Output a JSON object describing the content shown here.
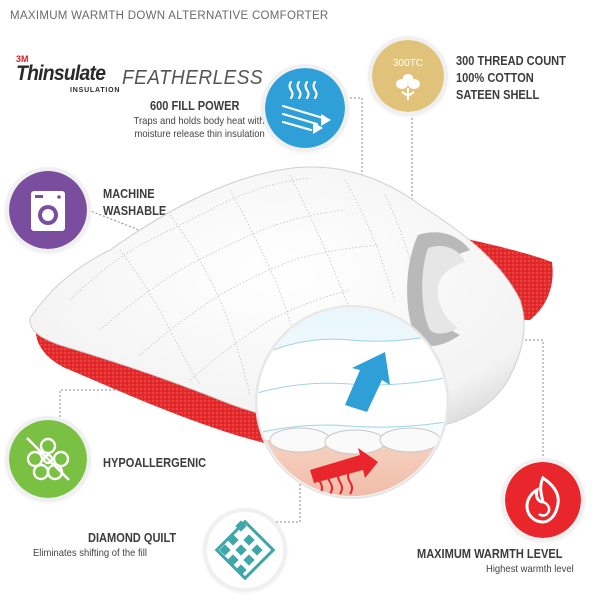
{
  "title": "MAXIMUM WARMTH DOWN ALTERNATIVE COMFORTER",
  "brand": {
    "mark": "3M",
    "name": "Thinsulate",
    "sub": "INSULATION",
    "tagline": "FEATHERLESS"
  },
  "features": {
    "fill_power": {
      "label": "600 FILL POWER",
      "desc_line1": "Traps and holds body heat with",
      "desc_line2": "moisture release thin insulation",
      "icon": "heat-waves-icon"
    },
    "thread": {
      "line1": "300 THREAD COUNT",
      "line2": "100% COTTON",
      "line3": "SATEEN SHELL",
      "badge": "300TC",
      "icon": "cotton-icon"
    },
    "washable": {
      "line1": "MACHINE",
      "line2": "WASHABLE",
      "icon": "washing-machine-icon"
    },
    "hypo": {
      "label": "HYPOALLERGENIC",
      "icon": "no-allergen-icon"
    },
    "quilt": {
      "label": "DIAMOND QUILT",
      "desc": "Eliminates shifting of the fill",
      "icon": "diamond-quilt-icon"
    },
    "warmth": {
      "label": "MAXIMUM WARMTH LEVEL",
      "desc": "Highest warmth level",
      "icon": "flame-icon"
    }
  },
  "colors": {
    "blue": "#2f9fd8",
    "gold": "#e0c27a",
    "purple": "#7b4d9e",
    "green": "#7ac143",
    "teal": "#3fa6a9",
    "red": "#e8262b"
  }
}
